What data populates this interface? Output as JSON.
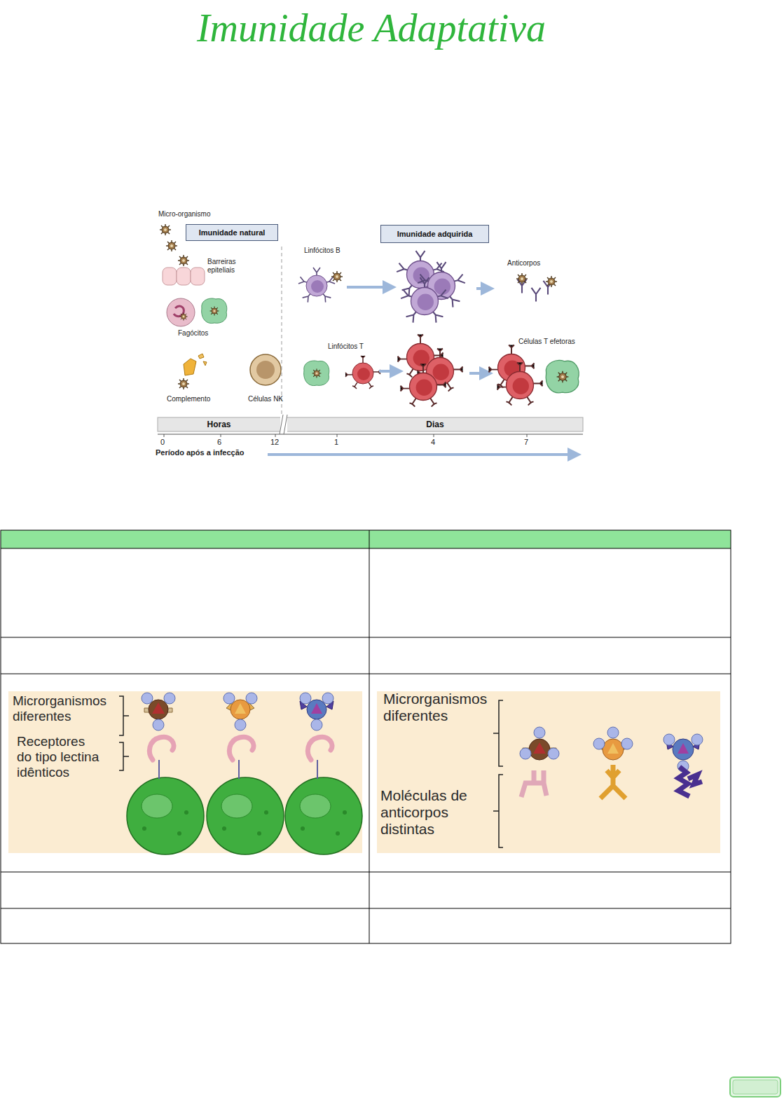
{
  "diagram": {
    "title": "Imunidade Adaptativa",
    "nodes": [
      {
        "text": [
          "Imunidade natural"
        ]
      },
      {
        "text": [
          "Imunidade adquirida"
        ]
      },
      {
        "text": [
          "Horas"
        ]
      },
      {
        "text": [
          "Dias"
        ]
      }
    ],
    "labels": [
      "Micro-organismo",
      "Barreiras epiteliais",
      "Fagócitos",
      "Complemento",
      "Células NK",
      "Linfócitos B",
      "Anticorpos",
      "Linfócitos T",
      "Células T efetoras",
      "0",
      "6",
      "12",
      "1",
      "4",
      "7",
      "Período após a infecção",
      "Microrganismos diferentes",
      "Receptores do tipo lectina idênticos",
      "Microrganismos diferentes",
      "Moléculas de anticorpos distintas"
    ]
  }
}
